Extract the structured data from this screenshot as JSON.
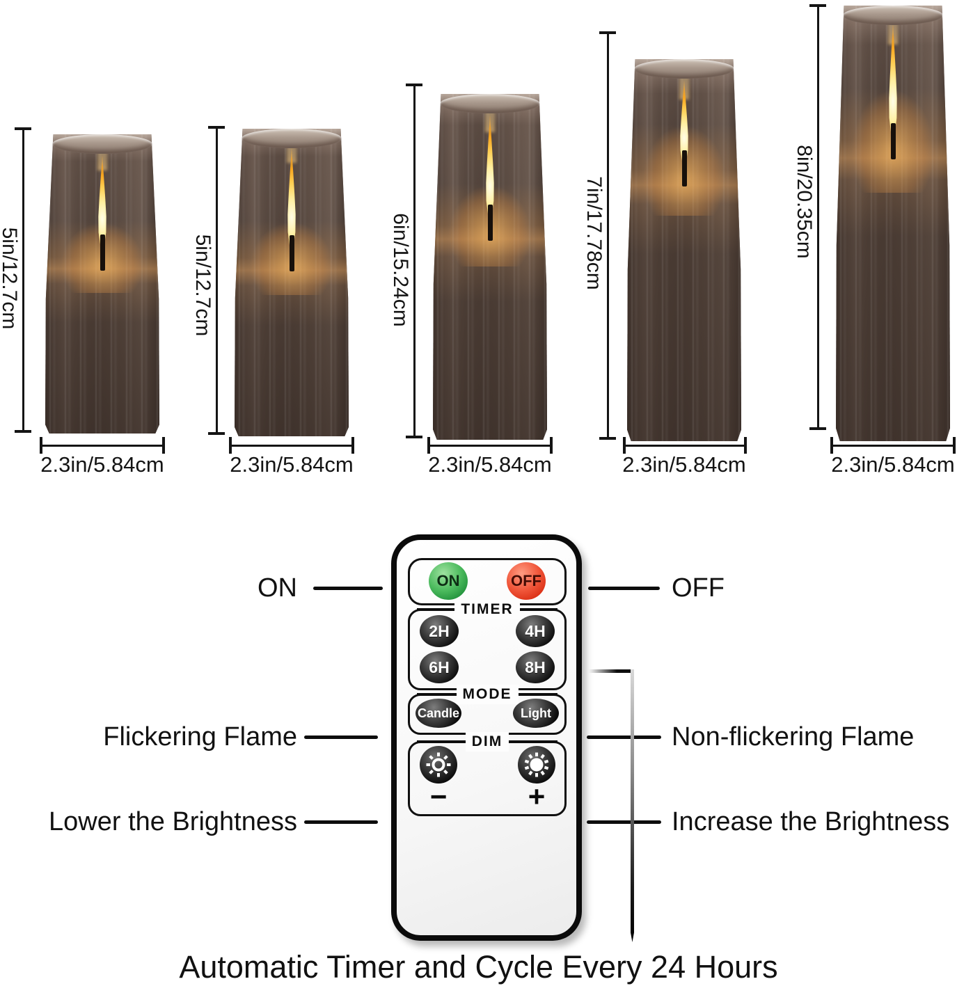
{
  "candles": [
    {
      "height_label": "5in/12.7cm",
      "width_label": "2.3in/5.84cm"
    },
    {
      "height_label": "5in/12.7cm",
      "width_label": "2.3in/5.84cm"
    },
    {
      "height_label": "6in/15.24cm",
      "width_label": "2.3in/5.84cm"
    },
    {
      "height_label": "7in/17.78cm",
      "width_label": "2.3in/5.84cm"
    },
    {
      "height_label": "8in/20.35cm",
      "width_label": "2.3in/5.84cm"
    }
  ],
  "remote": {
    "on_label": "ON",
    "off_label": "OFF",
    "timer_label": "TIMER",
    "timer_buttons": [
      "2H",
      "4H",
      "6H",
      "8H"
    ],
    "mode_label": "MODE",
    "mode_buttons": [
      "Candle",
      "Light"
    ],
    "dim_label": "DIM",
    "dim_minus": "−",
    "dim_plus": "+",
    "on_color": "#2fae4f",
    "off_color": "#e8432b",
    "button_color": "#111111"
  },
  "callouts": {
    "on": "ON",
    "off": "OFF",
    "flickering": "Flickering Flame",
    "non_flickering": "Non-flickering Flame",
    "lower": "Lower the Brightness",
    "increase": "Increase the Brightness"
  },
  "caption": "Automatic Timer and Cycle Every 24 Hours",
  "colors": {
    "flame": "#f5a623",
    "glass": "#5a4a42",
    "line": "#141414"
  }
}
